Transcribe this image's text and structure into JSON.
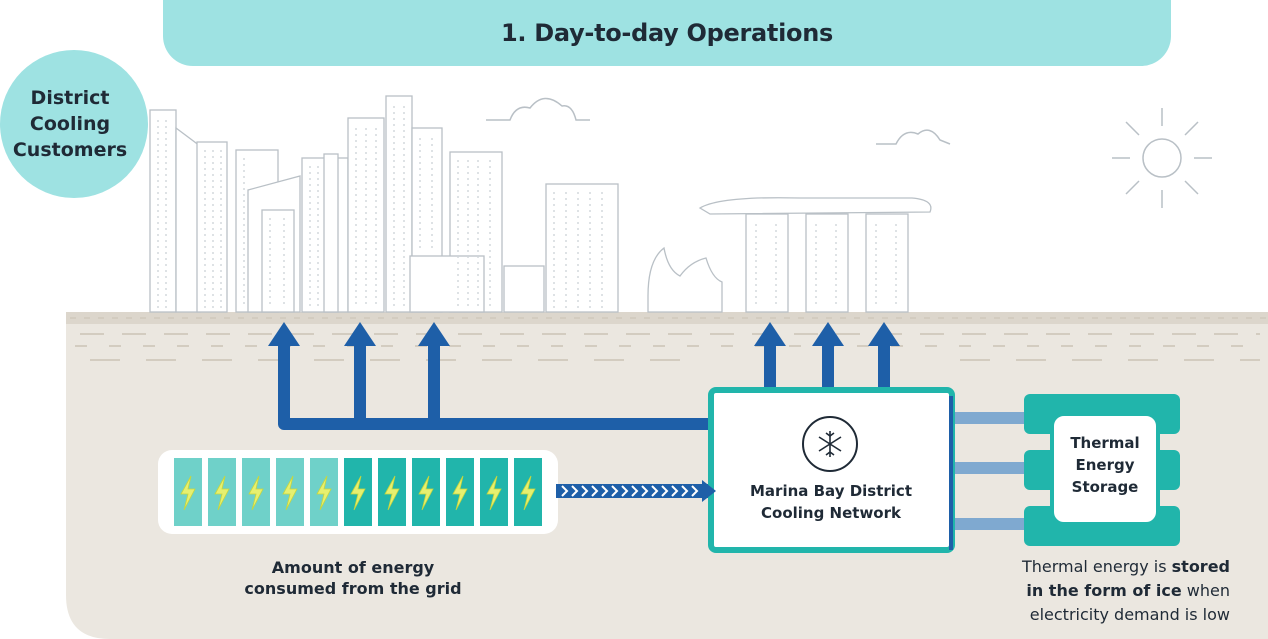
{
  "title": "1. Day-to-day Operations",
  "customers_label": "District\nCooling\nCustomers",
  "network_label": "Marina Bay District\nCooling Network",
  "storage_label": "Thermal\nEnergy\nStorage",
  "energy_label": {
    "line1": "Amount of energy",
    "line2": "consumed from the grid"
  },
  "storage_note": {
    "prefix": "Thermal energy is ",
    "bold1": "stored",
    "bold2": "in the form of ice",
    "suffix1": " when",
    "line3": "electricity demand is low"
  },
  "colors": {
    "banner": "#9ee2e2",
    "pipe_blue": "#1e5fa8",
    "teal": "#21b5ab",
    "ground": "#ebe7e0",
    "light_pipe": "#7fa9d0",
    "text": "#1f2a36"
  },
  "icons": {
    "network": "snowflake-icon",
    "battery": "lightning-bolt-icon",
    "weather": "sun-icon"
  }
}
